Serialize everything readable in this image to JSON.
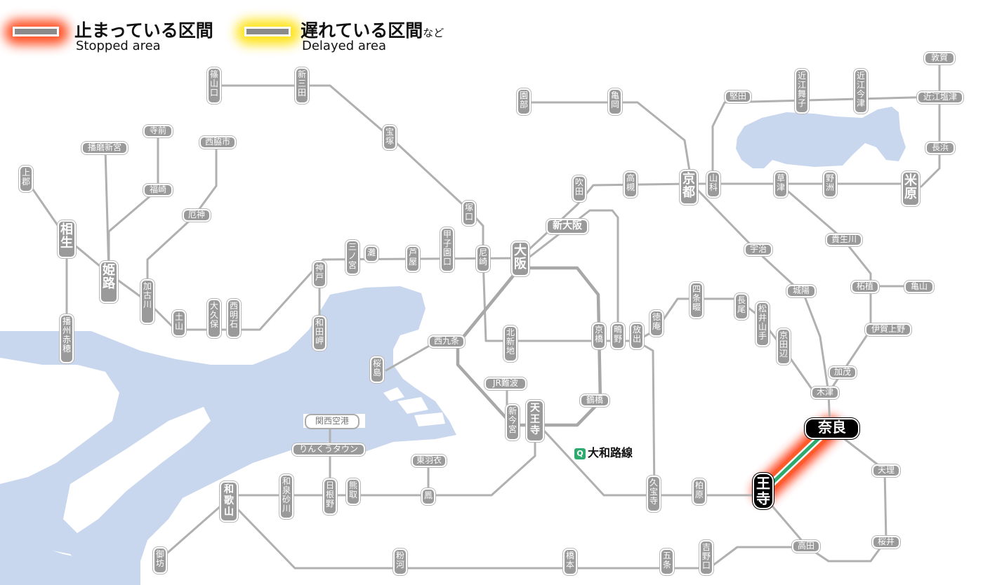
{
  "legend": {
    "stopped": {
      "ja": "止まっている区間",
      "en": "Stopped area",
      "glow": "#ff3300"
    },
    "delayed": {
      "ja": "遅れている区間",
      "suffix": "など",
      "en": "Delayed area",
      "glow": "#ffe000"
    }
  },
  "colors": {
    "water": "#c9d7ee",
    "line": "#b0b0b0",
    "label_bg": "#9a9a9a",
    "yamatoji": "#2eaa6e",
    "stopped_glow": "#ff2a00"
  },
  "highlight": {
    "line_name": "大和路線",
    "line_code": "Q",
    "from": "奈良",
    "to": "王寺",
    "status": "stopped"
  },
  "stations": {
    "shinoyamaguchi": "篠山口",
    "shinsanda": "新三田",
    "takarazuka": "宝塚",
    "tsukaguchi": "塚口",
    "sonobe": "園部",
    "kameoka": "亀岡",
    "katata": "堅田",
    "omimaiko": "近江舞子",
    "omiimazu": "近江今津",
    "tsuruga": "敦賀",
    "omishiotsu": "近江塩津",
    "nagahama": "長浜",
    "maibara": "米原",
    "yasu": "野洲",
    "kusatsu": "草津",
    "yamashina": "山科",
    "kyoto": "京都",
    "takatsuki": "高槻",
    "suita": "吹田",
    "shinosaka": "新大阪",
    "osaka": "大阪",
    "amagasaki": "尼崎",
    "koshienguchi": "甲子園口",
    "ashiya": "芦屋",
    "nada": "灘",
    "sannomiya": "三ノ宮",
    "kobe": "神戸",
    "wadamisaki": "和田岬",
    "nishiakashi": "西明石",
    "okubo": "大久保",
    "doyama": "土山",
    "kakogawa": "加古川",
    "yakujin": "厄神",
    "nishiwakishi": "西脇市",
    "teramae": "寺前",
    "fukusaki": "福崎",
    "harimashinguu": "播磨新宮",
    "kamigori": "上郡",
    "aioi": "相生",
    "himeji": "姫路",
    "banshuako": "播州赤穂",
    "nishikujo": "西九条",
    "sakurajima": "桜島",
    "kitashinchi": "北新地",
    "kyobashi": "京橋",
    "hanaten": "放出",
    "shigino": "鴫野",
    "tokuan": "徳庵",
    "shijonawate": "四条畷",
    "nagao": "長尾",
    "matsuiyamate": "松井山手",
    "kyotanabe": "京田辺",
    "uji": "宇治",
    "joyo": "城陽",
    "kizu": "木津",
    "kamo": "加茂",
    "igaueno": "伊賀上野",
    "tsuge": "柘植",
    "kameyama": "亀山",
    "kibukawa": "貴生川",
    "jrnamba": "JR難波",
    "shinimamiya": "新今宮",
    "tennoji": "天王寺",
    "tsuruhashi": "鶴橋",
    "kansaiairport": "関西空港",
    "rinkutown": "りんくうタウン",
    "higashihagoromo": "東羽衣",
    "otori": "鳳",
    "kumatori": "熊取",
    "hineno": "日根野",
    "izumisunagawa": "和泉砂川",
    "wakayama": "和歌山",
    "gobo": "御坊",
    "kokawa": "粉河",
    "hashimoto": "橋本",
    "gojo": "五条",
    "yoshinoguchi": "吉野口",
    "takada": "高田",
    "sakurai": "桜井",
    "tenri": "天理",
    "nara": "奈良",
    "oji": "王寺",
    "kashiwara": "柏原",
    "kyuhoji": "久宝寺"
  }
}
